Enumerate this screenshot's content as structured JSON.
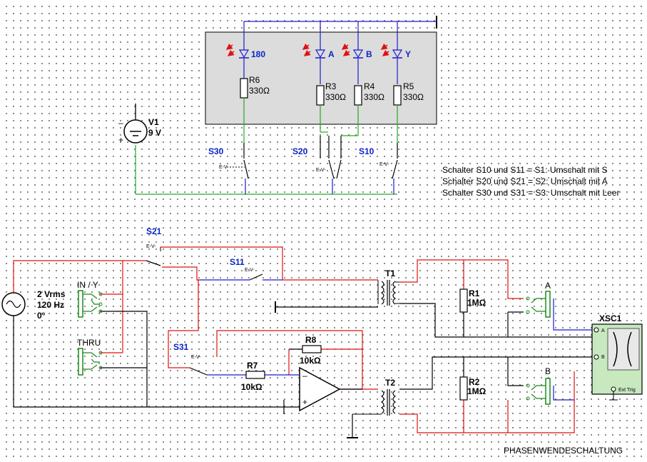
{
  "leds": [
    "180",
    "A",
    "B",
    "Y"
  ],
  "resistors_top": [
    {
      "name": "R6",
      "value": "330Ω"
    },
    {
      "name": "R3",
      "value": "330Ω"
    },
    {
      "name": "R4",
      "value": "330Ω"
    },
    {
      "name": "R5",
      "value": "330Ω"
    }
  ],
  "battery": {
    "name": "V1",
    "value": "9 V"
  },
  "switches_top": [
    "S30",
    "S20",
    "S10"
  ],
  "notes": [
    "Schalter S10 und S11 = S1: Umschalt mit S",
    "Schalter S20 und S21 = S2: Umschalt mit A",
    "Schalter S30 und S31 = S3: Umschalt mit Leer"
  ],
  "switches_bottom": [
    "S21",
    "S11",
    "S31"
  ],
  "source": {
    "amplitude": "2 Vrms",
    "frequency": "120 Hz",
    "phase": "0°"
  },
  "jacks": {
    "in": "IN / Y",
    "thru": "THRU",
    "a": "A",
    "b": "B"
  },
  "transformers": [
    "T1",
    "T2"
  ],
  "resistors_bottom": [
    {
      "name": "R1",
      "value": "1MΩ"
    },
    {
      "name": "R2",
      "value": "1MΩ"
    },
    {
      "name": "R7",
      "value": "10kΩ"
    },
    {
      "name": "R8",
      "value": "10kΩ"
    }
  ],
  "scope": {
    "name": "XSC1",
    "ch_a": "A",
    "ch_b": "B",
    "trig": "Ext Trig"
  },
  "switch_key_glyph": "E-V-",
  "footer": "PHASENWENDESCHALTUNG",
  "colors": {
    "red": "#e01010",
    "green": "#22aa22",
    "blue": "#1a1ad0",
    "black": "#000000",
    "box": "#dcdcdc",
    "scope": "#c8e8c0"
  }
}
